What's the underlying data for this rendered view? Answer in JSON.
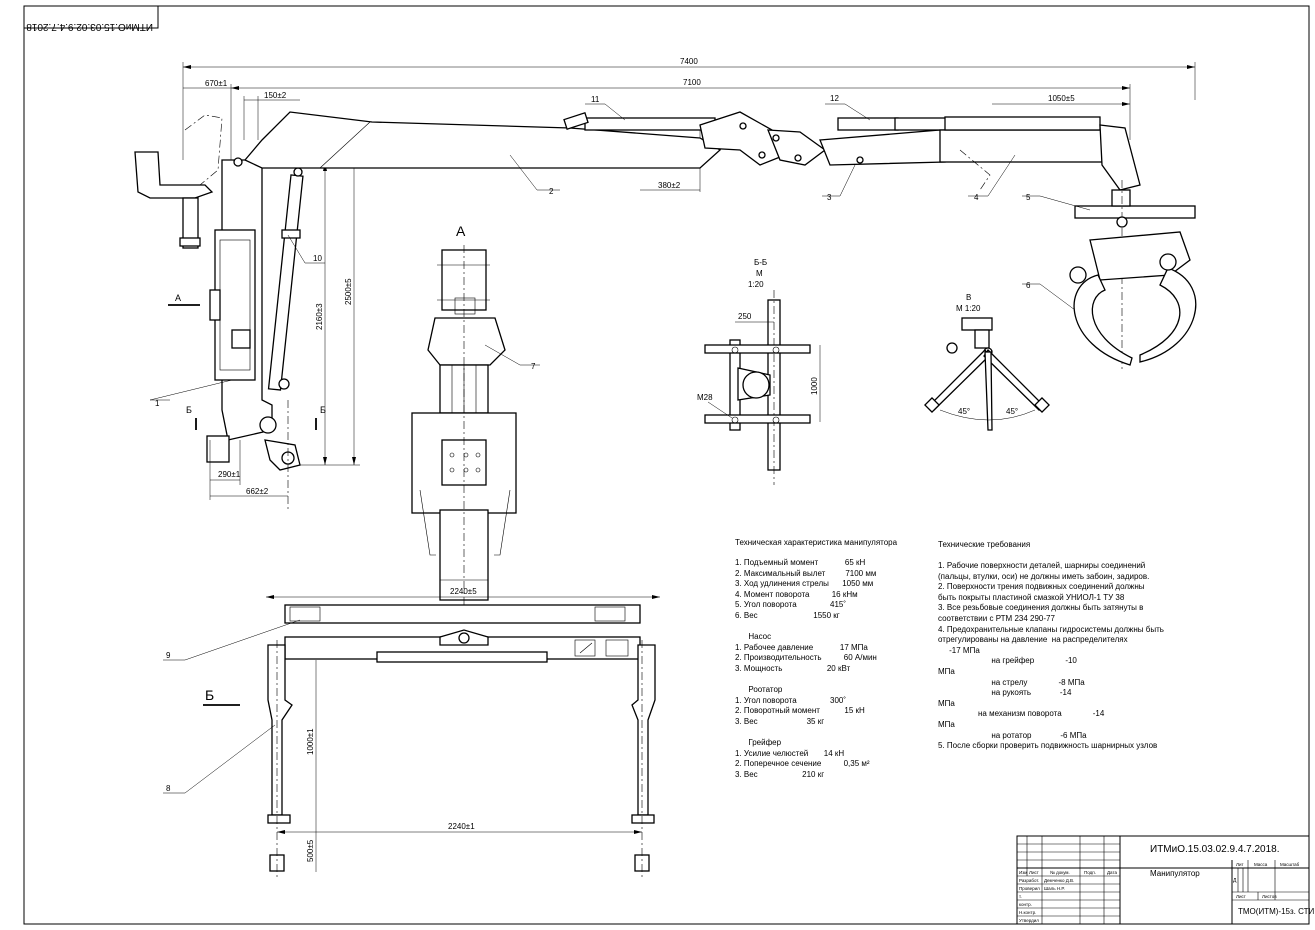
{
  "stamp_rotated": "ИТМиО.15.03.02.9.4.7.2018",
  "dimensions": {
    "overall": "7400",
    "boom_reach": "7100",
    "d670": "670±1",
    "d150": "150±2",
    "d1050": "1050±5",
    "d380": "380±2",
    "d2500": "2500±5",
    "d2160": "2160±3",
    "d290": "290±1",
    "d662": "662±2",
    "d2240_top": "2240±5",
    "d2240_bottom": "2240±1",
    "d1000": "1000±1",
    "d500": "500±5",
    "bb250": "250",
    "bb1000": "1000",
    "bbM28": "M28",
    "angle1": "45°",
    "angle2": "45°"
  },
  "callouts": [
    "1",
    "2",
    "3",
    "4",
    "5",
    "6",
    "7",
    "8",
    "9",
    "10",
    "11",
    "12"
  ],
  "section_marks": {
    "A_left": "A",
    "B_left": "Б",
    "B_right": "Б",
    "view_A": "A",
    "view_V": "В"
  },
  "section_bb": {
    "title": "Б-Б",
    "scale_m": "М",
    "scale": "1:20"
  },
  "section_v": {
    "title": "В",
    "scale": "М 1:20"
  },
  "tech_spec": {
    "title": "Техническая характеристика манипулятора",
    "lines": [
      "1. Подъемный момент            65 кН",
      "2. Максимальный вылет         7100 мм",
      "3. Ход удлинения стрелы      1050 мм",
      "4. Момент поворота          16 кНм",
      "5. Угол поворота               415˚",
      "6. Вес                         1550 кг",
      "",
      "      Насос",
      "1. Рабочее давление            17 МПа",
      "2. Производительность          60 А/мин",
      "3. Мощность                    20 кВт",
      "",
      "      Роотатор",
      "1. Угол поворота               300˚",
      "2. Поворотный момент           15 кН",
      "3. Вес                      35 кг",
      "",
      "      Грейфер",
      "1. Усилие челюстей       14 кН",
      "2. Поперечное сечение          0,35 м²",
      "3. Вес                    210 кг"
    ]
  },
  "tech_req": {
    "title": "Технические требования",
    "lines": [
      "1. Рабочие поверхности деталей, шарниры соединений",
      "(пальцы, втулки, оси) не должны иметь забоин, задиров.",
      "2. Поверхности трения подвижных соединений должны",
      "быть покрыты пластиной смазкой УНИОЛ-1 ТУ 38",
      "3. Все резьбовые соединения должны быть затянуты в",
      "соответствии с РТМ 234 290-77",
      "4. Предохранительные клапаны гидросистемы должны быть",
      "отрегулированы на давление  на распределителях",
      "     -17 МПа",
      "                        на грейфер              -10",
      "МПа",
      "                        на стрелу              -8 МПа",
      "                        на рукоять             -14",
      "МПа",
      "                  на механизм поворота              -14",
      "МПа",
      "                        на ротатор             -6 МПа",
      "5. После сборки проверить подвижность шарнирных узлов"
    ]
  },
  "title_block": {
    "doc_number": "ИТМиО.15.03.02.9.4.7.2018.",
    "name": "Манипулятор",
    "org": "ТМО(ИТМ)-15з. СТИ",
    "col_izm": "Изм",
    "col_list": "Лист",
    "col_ndoc": "№ докум.",
    "col_podp": "Подп.",
    "col_data": "Дата",
    "row_razrab": "Разработ.",
    "row_razrab_name": "Демченко Д.В.",
    "row_prover": "Проверил",
    "row_prover_name": "Шаль Н.Р.",
    "row_tkontr": "т.",
    "row_kontr": "контр.",
    "row_nkontr": "Н.контр.",
    "row_utv": "Утвердил",
    "lit": "Лит",
    "massa": "Масса",
    "masshtab": "Масштаб",
    "lit_val": "Д",
    "list": "Лист",
    "listov": "Листов"
  }
}
